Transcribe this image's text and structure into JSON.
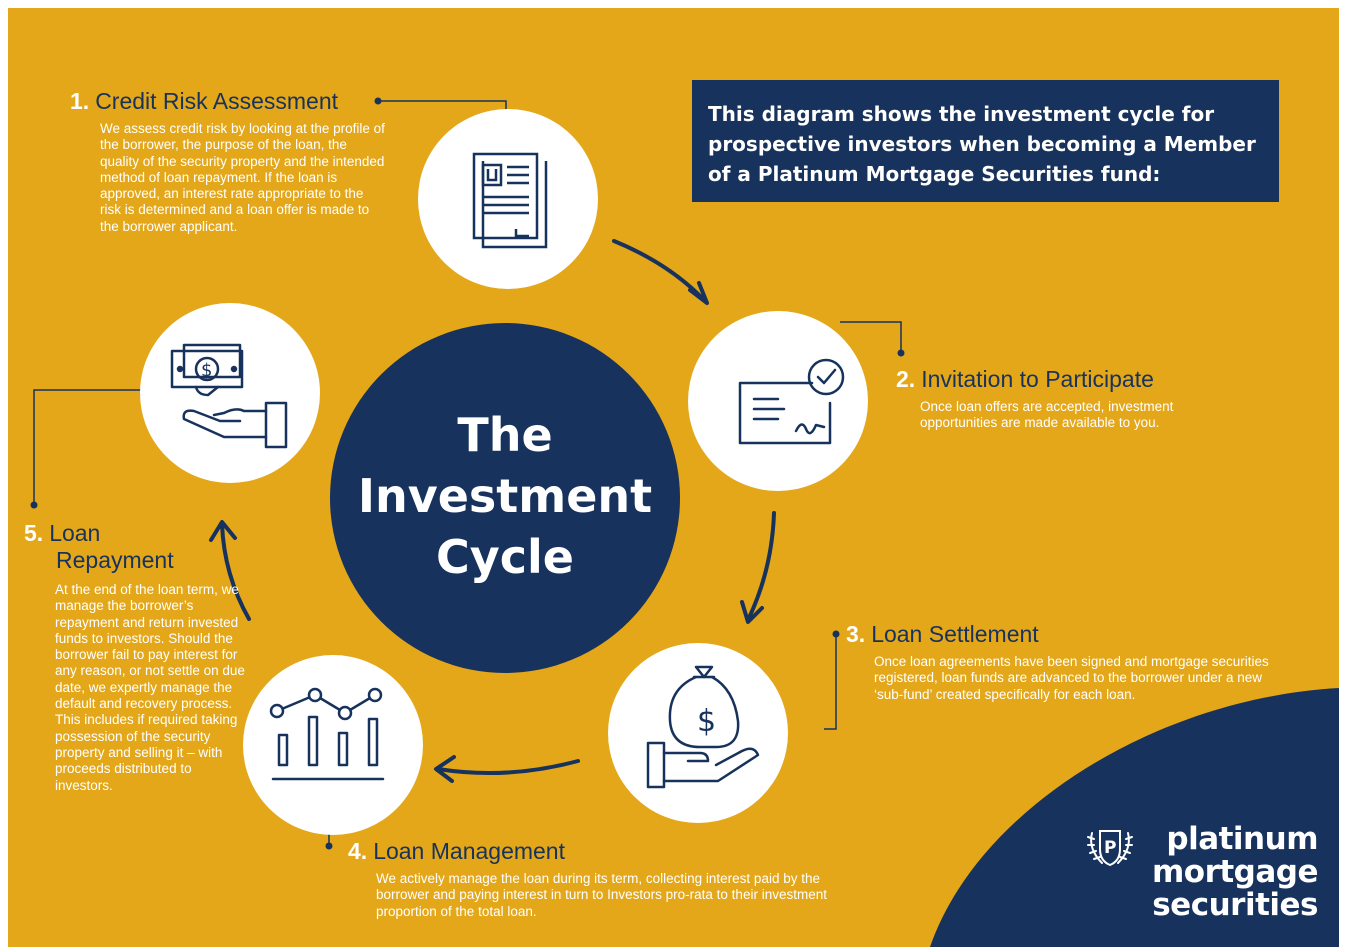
{
  "colors": {
    "background": "#e3a719",
    "navy": "#17325c",
    "white": "#ffffff"
  },
  "center": {
    "title_lines": [
      "The",
      "Investment",
      "Cycle"
    ]
  },
  "intro": "This diagram shows the investment cycle for prospective investors when becoming a Member of a Platinum Mortgage Securities fund:",
  "steps": [
    {
      "number": "1.",
      "title": "Credit Risk Assessment",
      "description": "We assess credit risk by looking at the profile of the borrower, the purpose of the loan, the quality of the security property and the intended method of loan repayment. If the loan is approved, an interest rate appropriate to the risk is determined and a loan offer is made to the borrower applicant.",
      "icon": "document-icon"
    },
    {
      "number": "2.",
      "title": "Invitation to Participate",
      "description": "Once loan offers are accepted, investment opportunities are made available to you.",
      "icon": "approved-cheque-icon"
    },
    {
      "number": "3.",
      "title": "Loan Settlement",
      "description": "Once loan agreements have been signed and mortgage securities registered, loan funds are advanced to the borrower under a new ‘sub-fund’ created specifically for each loan.",
      "icon": "money-bag-hand-icon"
    },
    {
      "number": "4.",
      "title": "Loan Management",
      "description": "We actively manage the loan during its term, collecting interest paid by the borrower and paying interest in turn to Investors pro-rata to their investment proportion of the total loan.",
      "icon": "bar-chart-icon"
    },
    {
      "number": "5.",
      "title_lines": [
        "Loan",
        "Repayment"
      ],
      "description": "At the end of the loan term, we manage the borrower’s repayment and return invested funds to investors. Should the borrower fail to pay interest for any reason, or not settle on due date, we expertly manage the default and recovery process. This includes if required taking possession of the security property and selling it – with proceeds distributed  to investors.",
      "icon": "cash-in-hand-icon"
    }
  ],
  "logo": {
    "lines": [
      "platinum",
      "mortgage",
      "securities"
    ],
    "emblem": "laurel-shield-icon",
    "emblem_letter": "P"
  }
}
